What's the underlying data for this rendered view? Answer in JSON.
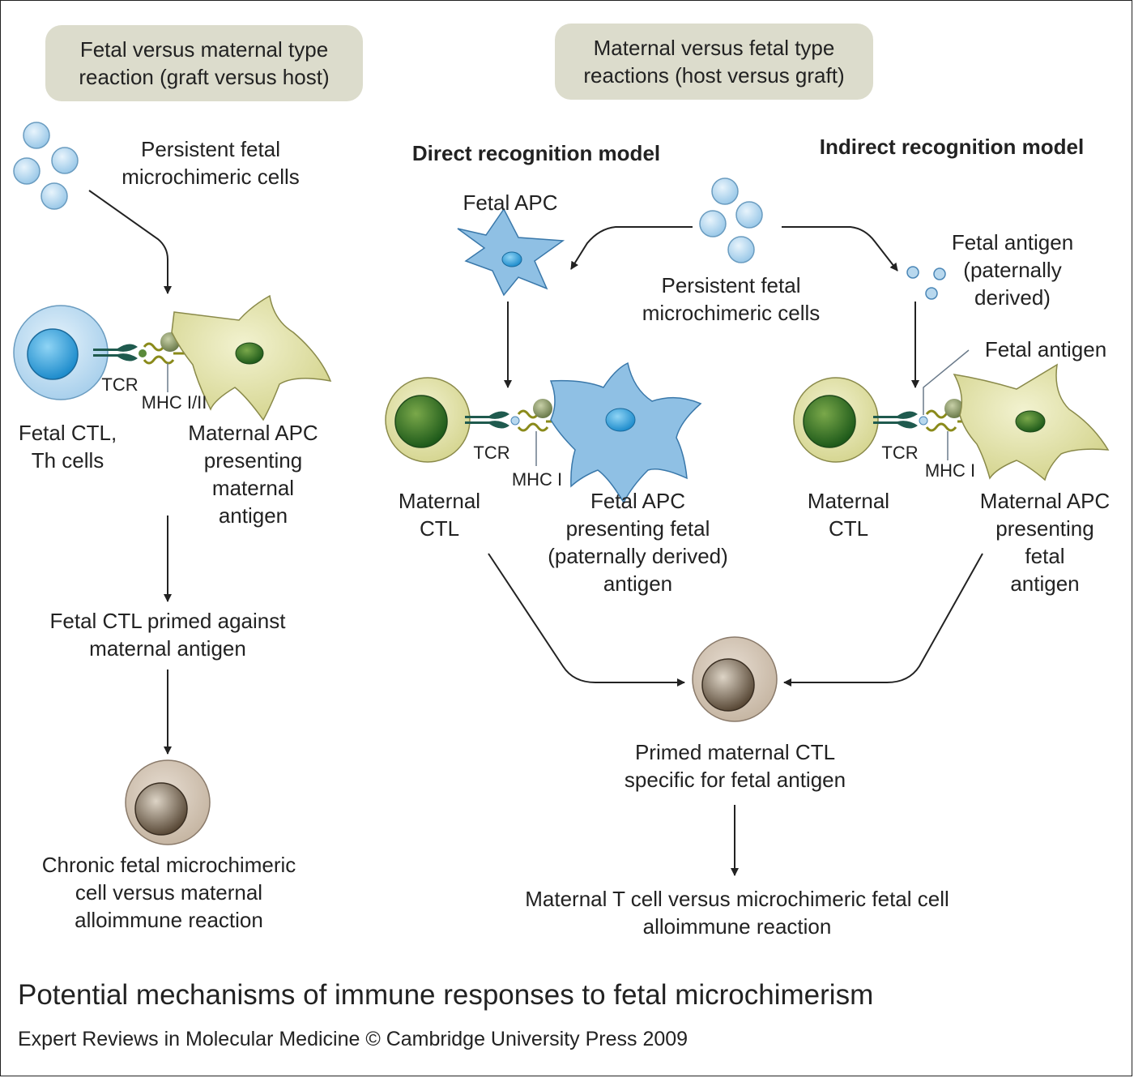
{
  "headers": {
    "left": "Fetal versus maternal type\nreaction (graft versus host)",
    "right": "Maternal versus fetal type\nreactions (host versus graft)"
  },
  "models": {
    "direct": "Direct recognition model",
    "indirect": "Indirect recognition model"
  },
  "left_panel": {
    "microchimeric": "Persistent fetal\nmicrochimeric cells",
    "tcr": "TCR",
    "mhc": "MHC I/II",
    "fetal_ctl": "Fetal CTL,\nTh cells",
    "maternal_apc": "Maternal APC\npresenting\nmaternal\nantigen",
    "primed": "Fetal CTL primed against\nmaternal antigen",
    "result": "Chronic fetal microchimeric\ncell versus maternal\nalloimmune reaction"
  },
  "right_panel": {
    "fetal_apc_top": "Fetal APC",
    "microchimeric": "Persistent fetal\nmicrochimeric cells",
    "fetal_antigen_pat": "Fetal antigen\n(paternally\nderived)",
    "fetal_antigen": "Fetal antigen",
    "direct_tcr": "TCR",
    "direct_mhc": "MHC I",
    "indirect_tcr": "TCR",
    "indirect_mhc": "MHC I",
    "direct_maternal_ctl": "Maternal\nCTL",
    "direct_fetal_apc": "Fetal APC\npresenting fetal\n(paternally derived)\nantigen",
    "indirect_maternal_ctl": "Maternal\nCTL",
    "indirect_maternal_apc": "Maternal APC\npresenting\nfetal\nantigen",
    "primed": "Primed maternal CTL\nspecific for fetal antigen",
    "result": "Maternal T cell versus microchimeric fetal cell\nalloimmune reaction"
  },
  "caption": {
    "title": "Potential mechanisms of immune responses to fetal microchimerism",
    "credit": "Expert Reviews in Molecular Medicine © Cambridge University Press 2009"
  },
  "colors": {
    "header_bg": "#dcdccc",
    "fetal_cell": "#b8d8ee",
    "fetal_nucleus": "#2a9ad8",
    "maternal_cell": "#dcdca0",
    "maternal_nucleus": "#2e6a1e",
    "primed_cell": "#cfc2b2",
    "receptor": "#1f5a4e"
  }
}
